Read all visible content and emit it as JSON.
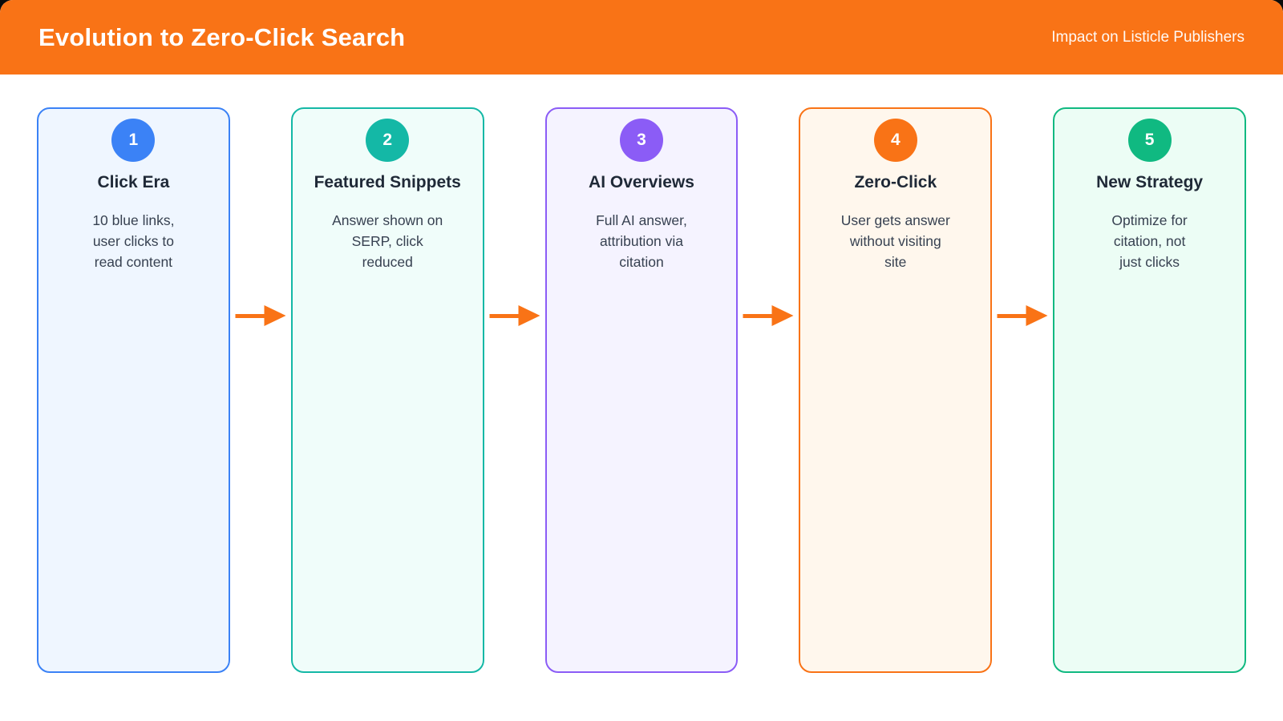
{
  "header": {
    "title": "Evolution to Zero-Click Search",
    "subtitle": "Impact on Listicle Publishers"
  },
  "colors": {
    "header_bg": "#f97316",
    "arrow": "#f97316",
    "page_bg": "#ffffff"
  },
  "stages": [
    {
      "number": "1",
      "title": "Click Era",
      "description": "10 blue links,\nuser clicks to\nread content",
      "accent": "#3b82f6",
      "bg": "#eff6ff"
    },
    {
      "number": "2",
      "title": "Featured Snippets",
      "description": "Answer shown on\nSERP, click\nreduced",
      "accent": "#14b8a6",
      "bg": "#f0fdfa"
    },
    {
      "number": "3",
      "title": "AI Overviews",
      "description": "Full AI answer,\nattribution via\ncitation",
      "accent": "#8b5cf6",
      "bg": "#f5f3ff"
    },
    {
      "number": "4",
      "title": "Zero-Click",
      "description": "User gets answer\nwithout visiting\nsite",
      "accent": "#f97316",
      "bg": "#fff7ed"
    },
    {
      "number": "5",
      "title": "New Strategy",
      "description": "Optimize for\ncitation, not\njust clicks",
      "accent": "#10b981",
      "bg": "#ecfdf5"
    }
  ]
}
